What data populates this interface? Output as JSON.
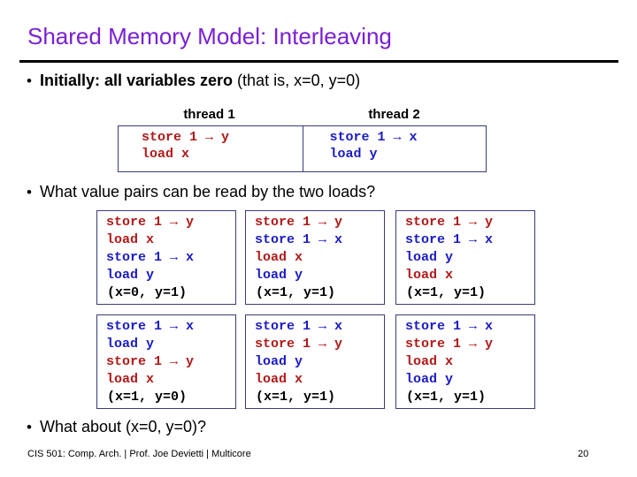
{
  "slide": {
    "title": "Shared Memory Model: Interleaving",
    "title_color": "#7B1FD4"
  },
  "bullets": {
    "initially_bold": "Initially: all variables zero",
    "initially_rest": " (that is, x=0, y=0)",
    "pairs": "What value pairs can be read by the two loads?",
    "about": "What about (x=0, y=0)?",
    "marker": "•"
  },
  "threads": {
    "header1": "thread 1",
    "header2": "thread 2",
    "thread1_color": "#B11919",
    "thread2_color": "#1B1BC4",
    "thread1_lines": [
      "store 1 → y",
      "load x"
    ],
    "thread2_lines": [
      "store 1 → x",
      "load y"
    ]
  },
  "interleavings": [
    {
      "lines": [
        {
          "text": "store 1 → y",
          "thread": 1
        },
        {
          "text": "load x",
          "thread": 1
        },
        {
          "text": "store 1 → x",
          "thread": 2
        },
        {
          "text": "load y",
          "thread": 2
        }
      ],
      "result": "(x=0, y=1)"
    },
    {
      "lines": [
        {
          "text": "store 1 → y",
          "thread": 1
        },
        {
          "text": "store 1 → x",
          "thread": 2
        },
        {
          "text": "load x",
          "thread": 1
        },
        {
          "text": "load y",
          "thread": 2
        }
      ],
      "result": "(x=1, y=1)"
    },
    {
      "lines": [
        {
          "text": "store 1 → y",
          "thread": 1
        },
        {
          "text": "store 1 → x",
          "thread": 2
        },
        {
          "text": "load y",
          "thread": 2
        },
        {
          "text": "load x",
          "thread": 1
        }
      ],
      "result": "(x=1, y=1)"
    },
    {
      "lines": [
        {
          "text": "store 1 → x",
          "thread": 2
        },
        {
          "text": "load y",
          "thread": 2
        },
        {
          "text": "store 1 → y",
          "thread": 1
        },
        {
          "text": "load x",
          "thread": 1
        }
      ],
      "result": "(x=1, y=0)"
    },
    {
      "lines": [
        {
          "text": "store 1 → x",
          "thread": 2
        },
        {
          "text": "store 1 → y",
          "thread": 1
        },
        {
          "text": "load y",
          "thread": 2
        },
        {
          "text": "load x",
          "thread": 1
        }
      ],
      "result": "(x=1, y=1)"
    },
    {
      "lines": [
        {
          "text": "store 1 → x",
          "thread": 2
        },
        {
          "text": "store 1 → y",
          "thread": 1
        },
        {
          "text": "load x",
          "thread": 1
        },
        {
          "text": "load y",
          "thread": 2
        }
      ],
      "result": "(x=1, y=1)"
    }
  ],
  "footer": {
    "text": "CIS 501: Comp. Arch.  |  Prof. Joe Devietti  |  Multicore",
    "page": "20"
  }
}
